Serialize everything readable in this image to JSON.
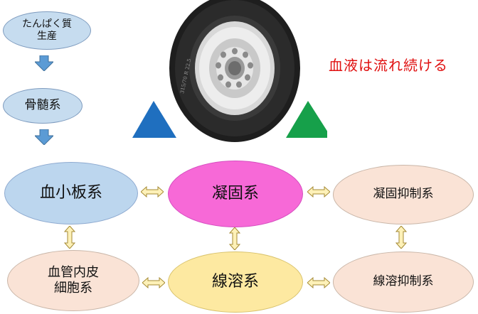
{
  "colors": {
    "blue_triangle": "#1f6fbf",
    "green_triangle": "#16a04a",
    "headline": "#e01010",
    "arrow_fill": "#fdf1b8",
    "arrow_stroke": "#a58a34",
    "down_arrow": "#5b9bd5"
  },
  "illustration": {
    "tire_icon": "tire-icon",
    "tire_text": "315/70 R 22.5"
  },
  "flow": {
    "step1": "たんぱく質\n生産",
    "step2": "骨髄系"
  },
  "headline": "血液は流れ続ける",
  "nodes": {
    "platelet": "血小板系",
    "coagulation": "凝固系",
    "coag_inhibit": "凝固抑制系",
    "endothelial": "血管内皮\n細胞系",
    "fibrinolysis": "線溶系",
    "fib_inhibit": "線溶抑制系"
  }
}
